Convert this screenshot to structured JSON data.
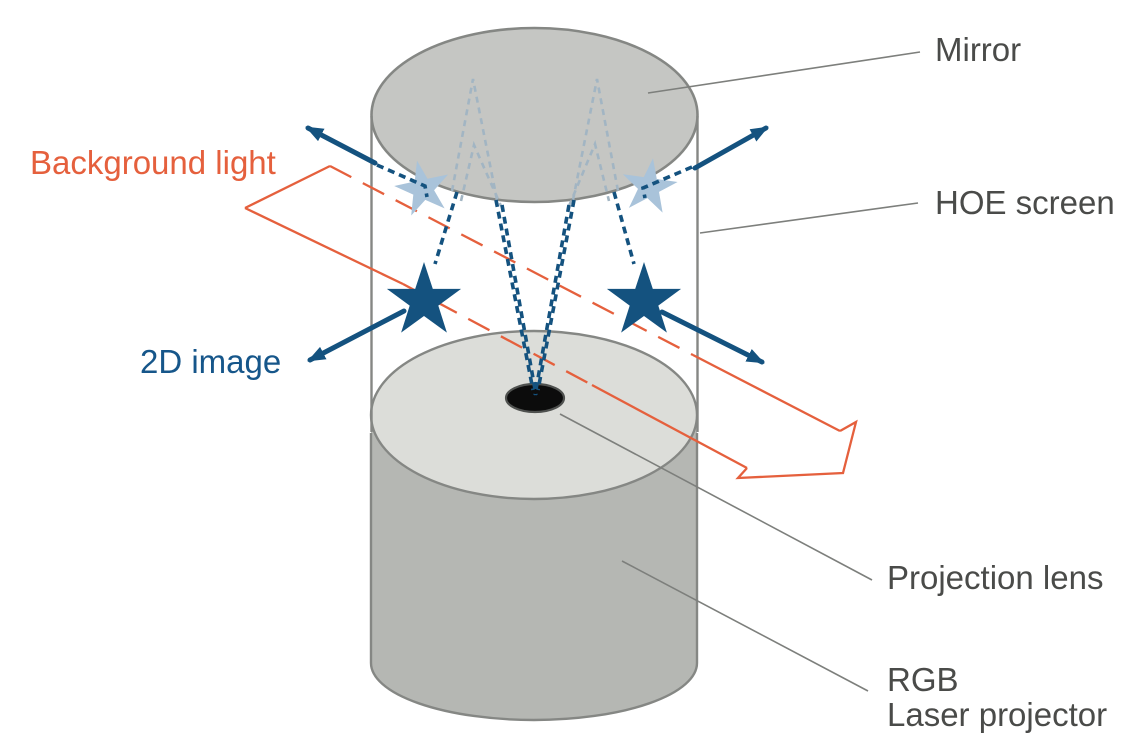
{
  "diagram": {
    "description": "Cut-model diagram of a 360-degree cylindrical transparent display",
    "labels": {
      "mirror": "Mirror",
      "hoe_screen": "HOE screen",
      "background_light": "Background light",
      "image_2d": "2D image",
      "projection_lens": "Projection lens",
      "rgb_line1": "RGB",
      "rgb_line2": "Laser projector"
    },
    "icons": {
      "navy_star": "2d-image-star-icon",
      "muted_star": "reflected-image-star-icon",
      "open_arrow": "background-light-flow-arrow"
    }
  },
  "colors": {
    "background": "#ffffff",
    "navy": "#14527f",
    "text_navy": "#16568a",
    "orange": "#e5603d",
    "muted_star": "#a9c3da",
    "muted_ray": "#a2b5c3",
    "mirror_gray": "#c5c6c3",
    "cylinder_top": "#dcddd9",
    "cylinder_body": "#b5b7b3",
    "outline_gray": "#858784",
    "leader_gray": "#7d7f7c",
    "label_gray": "#4a4b49",
    "lens_black": "#0c0c0c",
    "lens_ring": "#4f514f"
  }
}
